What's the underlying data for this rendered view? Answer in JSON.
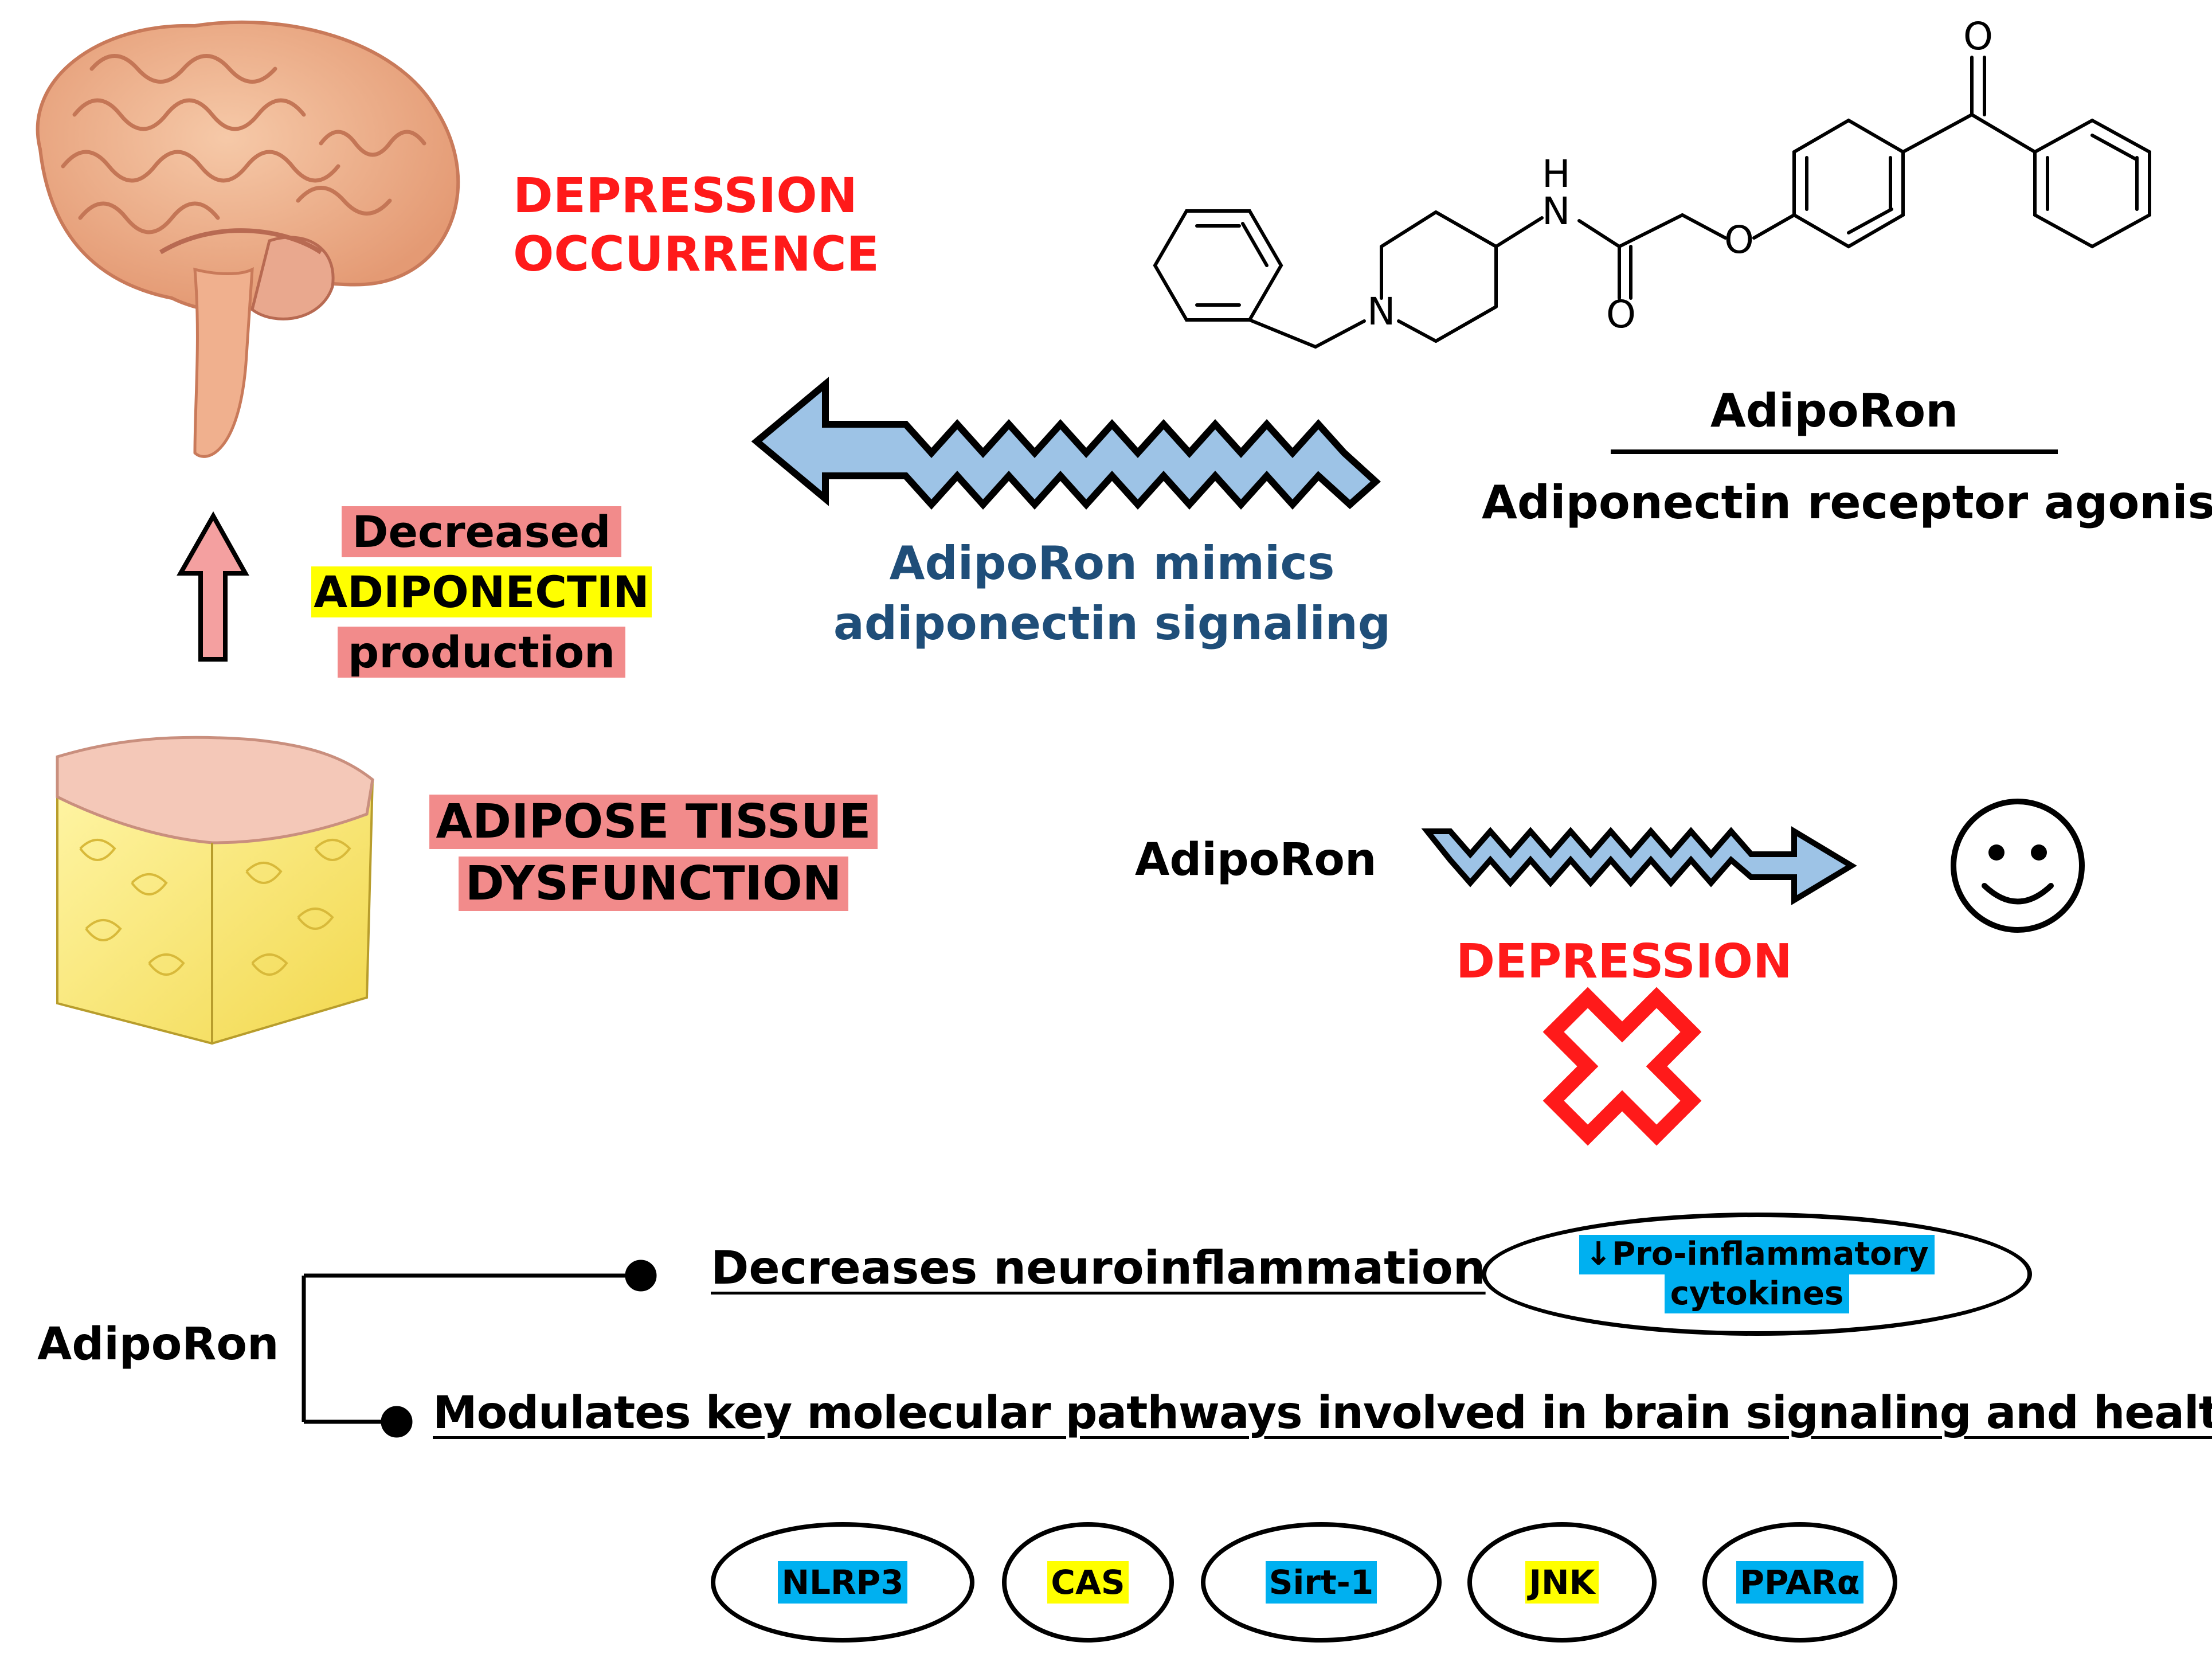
{
  "brain": {
    "label_line1": "DEPRESSION",
    "label_line2": "OCCURRENCE"
  },
  "adiponectin_box": {
    "line1": "Decreased",
    "line2": "ADIPONECTIN",
    "line3": "production"
  },
  "adipose": {
    "line1": "ADIPOSE TISSUE",
    "line2": "DYSFUNCTION"
  },
  "molecule": {
    "name": "AdipoRon",
    "description": "Adiponectin receptor agonist",
    "atoms": {
      "n_amine": "N",
      "n_amide": "N",
      "h": "H",
      "o_carbonyl_amide": "O",
      "o_ether": "O",
      "o_ketone": "O"
    }
  },
  "mimic_caption": {
    "line1": "AdipoRon mimics",
    "line2": "adiponectin signaling"
  },
  "effect": {
    "drug_label": "AdipoRon",
    "depression_label": "DEPRESSION"
  },
  "bottom": {
    "drug_label": "AdipoRon",
    "branch1": "Decreases neuroinflammation",
    "branch2": "Modulates key molecular pathways involved in brain signaling and health",
    "cytokines_line1": "↓Pro-inflammatory",
    "cytokines_line2": "cytokines",
    "pathways": [
      "NLRP3",
      "CAS",
      "Sirt-1",
      "JNK",
      "PPARα"
    ]
  },
  "colors": {
    "red_text": "#ff1a1a",
    "blue_text": "#1f4e79",
    "highlight_pink": "#f28b8b",
    "highlight_yellow": "#ffff00",
    "highlight_cyan": "#00b0f0",
    "arrow_blue": "#9dc3e6"
  },
  "icons": [
    "brain-illustration",
    "adipose-tissue-cube",
    "smiley-face-icon",
    "red-x-icon",
    "zigzag-arrow-left",
    "zigzag-arrow-right",
    "up-arrow-icon"
  ]
}
